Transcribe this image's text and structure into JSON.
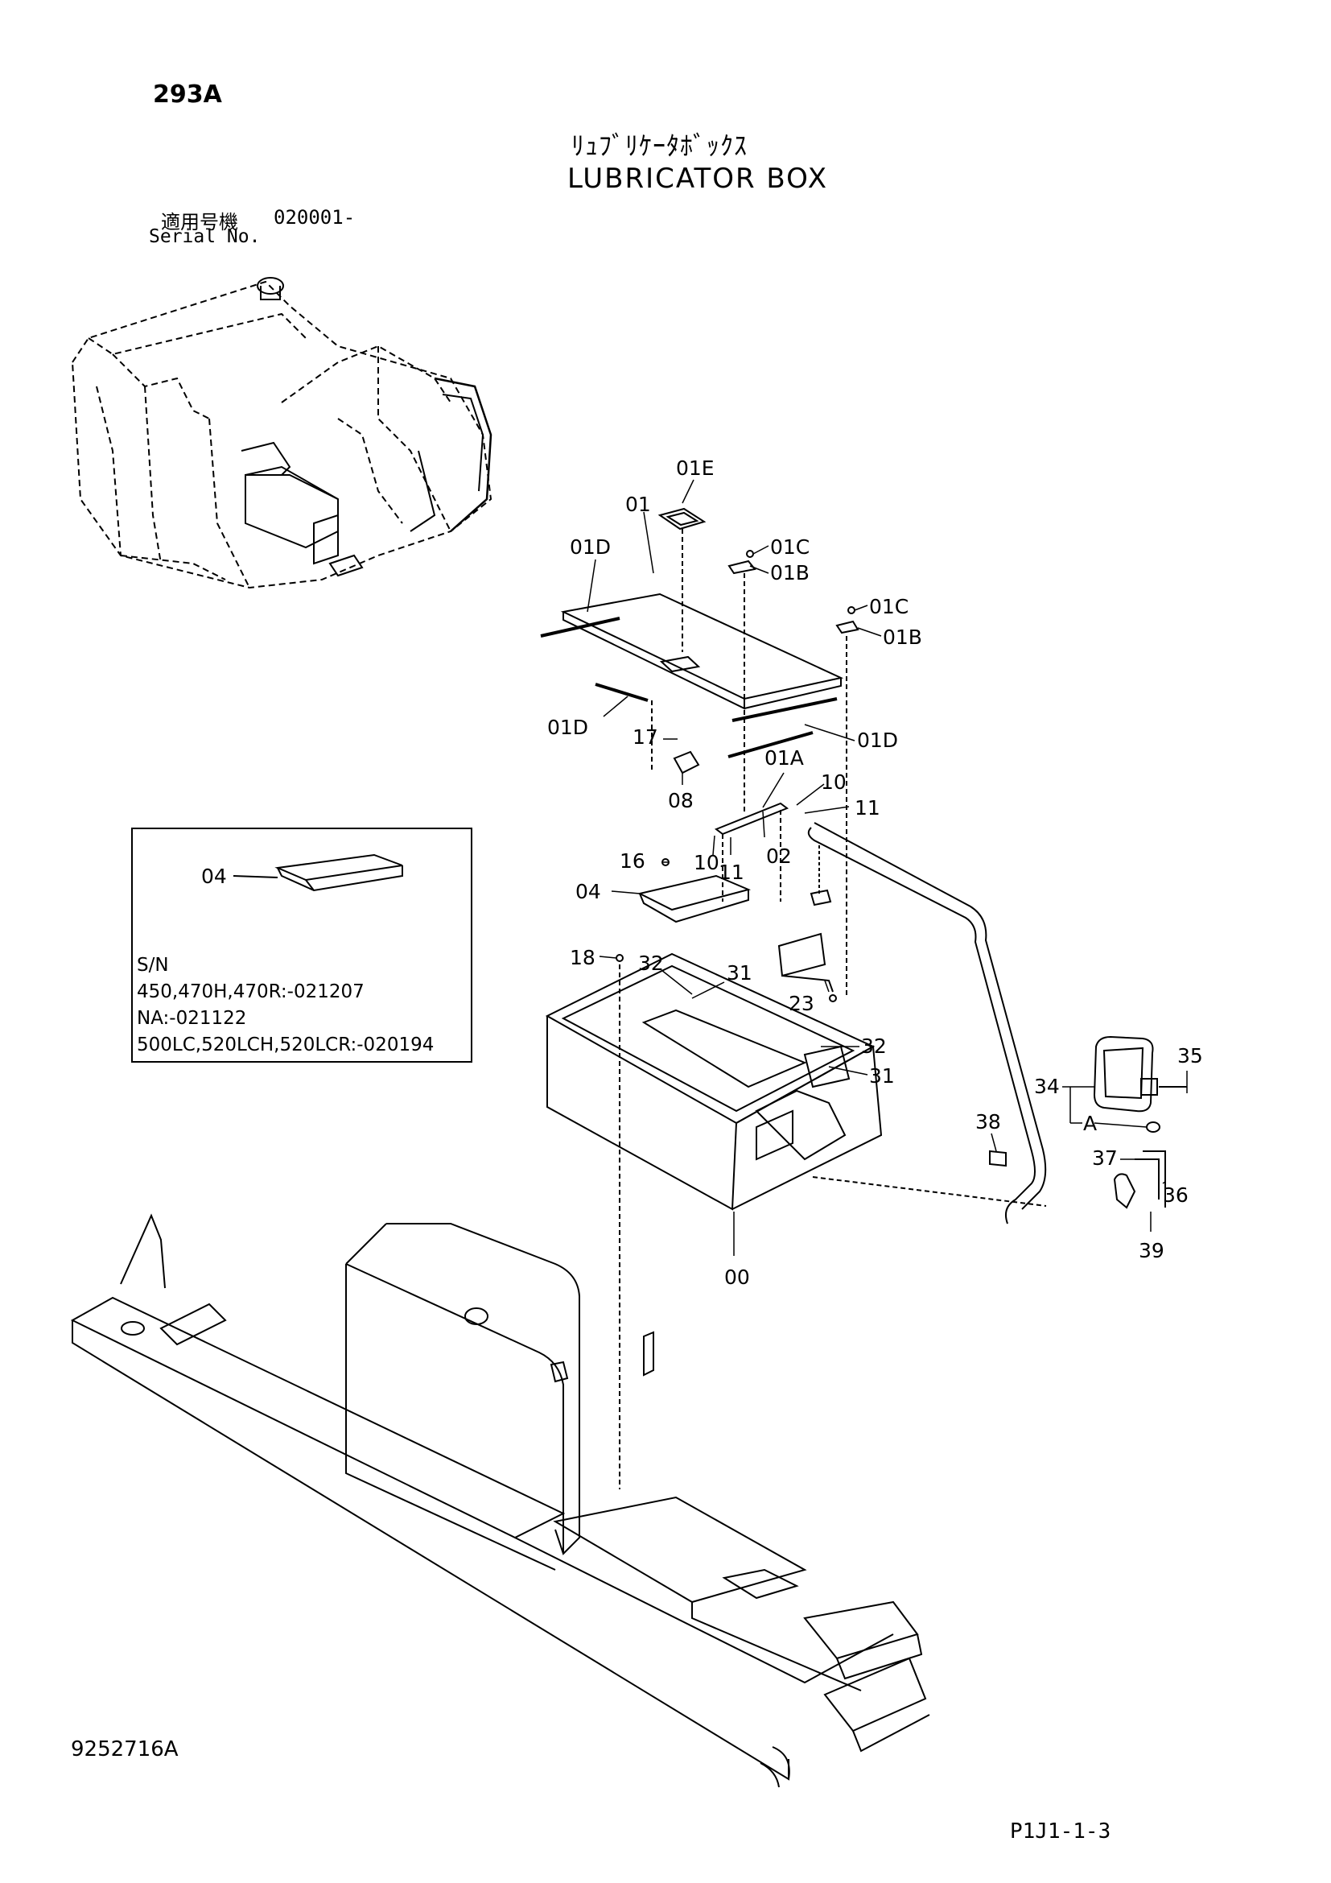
{
  "header": {
    "page_code": "293A",
    "title_jp": "ﾘｭﾌﾞﾘｹｰﾀﾎﾞｯｸｽ",
    "title_en": "LUBRICATOR BOX",
    "serial_label_jp": "適用号機",
    "serial_value": "020001-",
    "serial_label_en": "Serial No."
  },
  "callouts": {
    "c01E": "01E",
    "c01": "01",
    "c01C_a": "01C",
    "c01B_a": "01B",
    "c01D_a": "01D",
    "c01C_b": "01C",
    "c01B_b": "01B",
    "c01D_b": "01D",
    "c17": "17",
    "c01D_c": "01D",
    "c08": "08",
    "c01A": "01A",
    "c10_a": "10",
    "c11_a": "11",
    "c10_b": "10",
    "c11_b": "11",
    "c02": "02",
    "c16": "16",
    "c04_main": "04",
    "c18": "18",
    "c32_a": "32",
    "c31_a": "31",
    "c23": "23",
    "c32_b": "32",
    "c31_b": "31",
    "c00": "00",
    "c35": "35",
    "c34": "34",
    "cA": "A",
    "c38": "38",
    "c37": "37",
    "c36": "36",
    "c39": "39"
  },
  "note": {
    "part": "04",
    "lines": [
      "S/N",
      "450,470H,470R:-021207",
      "NA:-021122",
      "500LC,520LCH,520LCR:-020194"
    ]
  },
  "footer": {
    "drawing_number": "9252716A",
    "sheet_ref": "P1J1-1-3"
  }
}
